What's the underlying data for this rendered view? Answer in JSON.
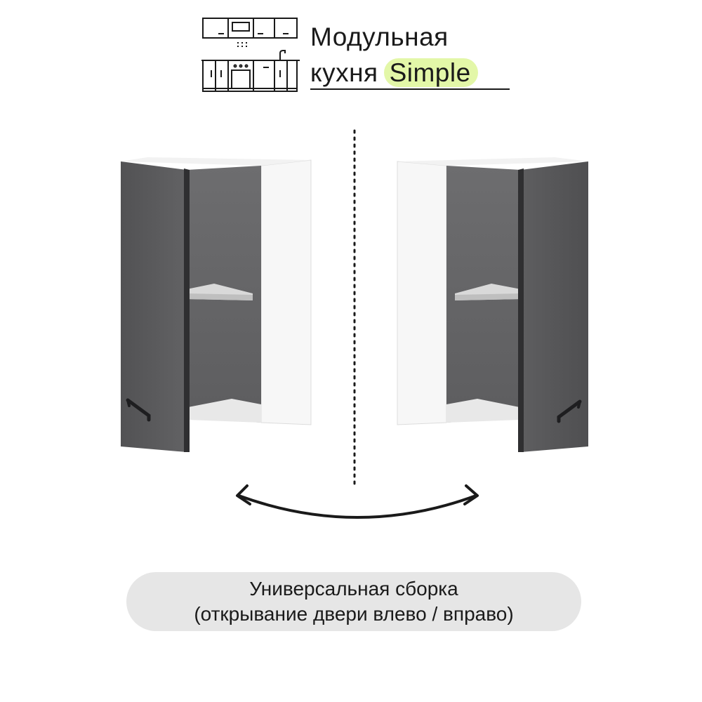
{
  "brand": {
    "line1": "Модульная",
    "line2_prefix": "кухня",
    "line2_highlight": "Simple",
    "highlight_color": "#e3f7a8"
  },
  "illustration": {
    "left_cabinet": "door-opens-left",
    "right_cabinet": "door-opens-right",
    "door_color": "#5b5b5d",
    "body_color": "#f4f4f4",
    "arrow": "double-headed-curved-arrow",
    "divider": "dotted-vertical-line"
  },
  "caption": {
    "line1": "Универсальная сборка",
    "line2": "(открывание двери влево / вправо)",
    "background": "#e6e6e6"
  }
}
